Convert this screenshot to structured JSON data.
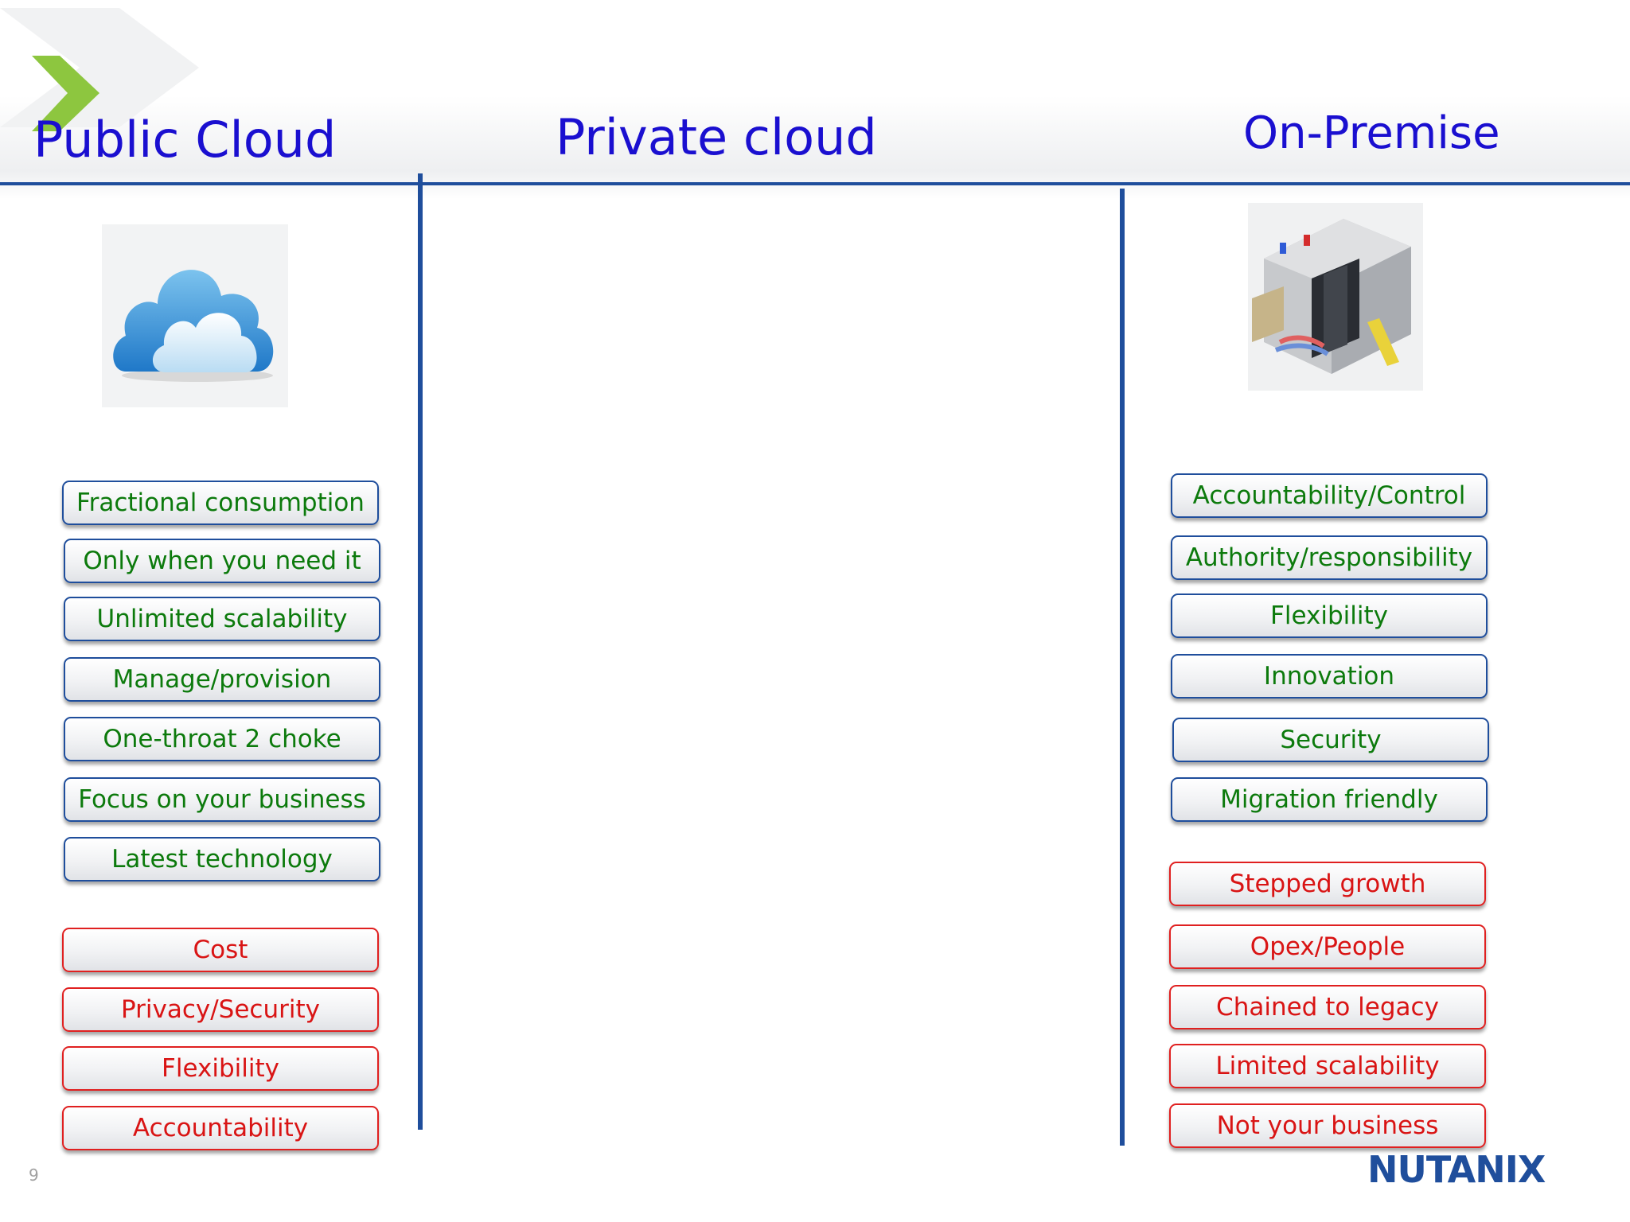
{
  "titles": {
    "public": "Public Cloud",
    "private": "Private cloud",
    "on_premise": "On-Premise"
  },
  "public_cloud": {
    "image": "cloud-icon",
    "pros": [
      "Fractional consumption",
      "Only when you need it",
      "Unlimited scalability",
      "Manage/provision",
      "One-throat 2 choke",
      "Focus on your business",
      "Latest technology"
    ],
    "cons": [
      "Cost",
      "Privacy/Security",
      "Flexibility",
      "Accountability"
    ]
  },
  "on_premise": {
    "image": "datacenter-icon",
    "pros": [
      "Accountability/Control",
      "Authority/responsibility",
      "Flexibility",
      "Innovation",
      "Security",
      "Migration friendly"
    ],
    "cons": [
      "Stepped growth",
      "Opex/People",
      "Chained to legacy",
      "Limited scalability",
      "Not your business"
    ]
  },
  "footer": {
    "page_number": "9",
    "logo_text": "NUTANIX"
  },
  "colors": {
    "title": "#1a0fd0",
    "line": "#1f4e9c",
    "pro_text": "#0c7a0c",
    "con_text": "#d91414",
    "accent_green": "#8dc63f"
  }
}
